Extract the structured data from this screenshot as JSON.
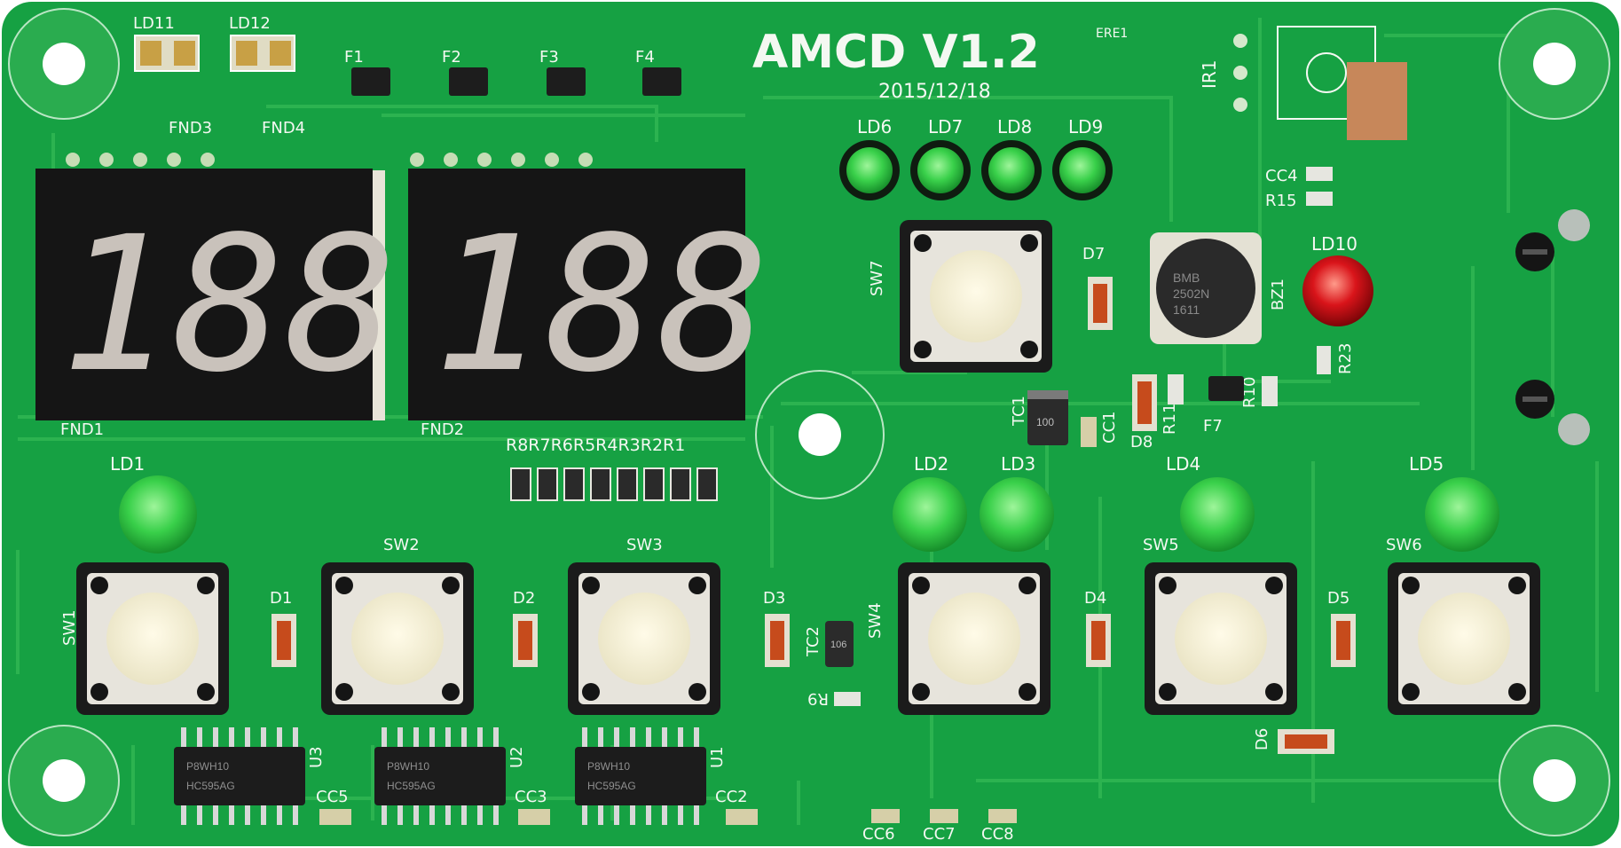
{
  "board": {
    "title": "AMCD V1.2",
    "date": "2015/12/18",
    "ul_mark": "ERE1",
    "colors": {
      "substrate": "#16a143",
      "trace": "#2fb552",
      "copper_pad": "#8dd7a2",
      "display": "#151515",
      "segment": "#c9c2bb",
      "button_cap": "#f4f0d7",
      "button_body": "#1b1b1b",
      "led_green": "#39d04a",
      "led_red": "#d9141a",
      "ic_body": "#1c1c1c",
      "silkscreen": "#f4f8f2",
      "buzzer": "#2a2a2a",
      "ir_pad": "#c7875a"
    }
  },
  "displays": [
    {
      "ref": "FND1",
      "digits": "188",
      "header_label": "FND3"
    },
    {
      "ref": "FND2",
      "digits": "188",
      "header_label": "FND4"
    }
  ],
  "top_indicators": {
    "ld11": "LD11",
    "ld12": "LD12"
  },
  "fuses": [
    "F1",
    "F2",
    "F3",
    "F4"
  ],
  "resistor_bank": {
    "label": "R8R7R6R5R4R3R2R1"
  },
  "leds": {
    "ld1": "LD1",
    "ld2": "LD2",
    "ld3": "LD3",
    "ld4": "LD4",
    "ld5": "LD5",
    "ld6": "LD6",
    "ld7": "LD7",
    "ld8": "LD8",
    "ld9": "LD9",
    "ld10": "LD10"
  },
  "switches": {
    "sw1": "SW1",
    "sw2": "SW2",
    "sw3": "SW3",
    "sw4": "SW4",
    "sw5": "SW5",
    "sw6": "SW6",
    "sw7": "SW7"
  },
  "diodes": {
    "d1": "D1",
    "d2": "D2",
    "d3": "D3",
    "d4": "D4",
    "d5": "D5",
    "d6": "D6",
    "d7": "D7",
    "d8": "D8"
  },
  "ics": [
    {
      "ref": "U3",
      "marking_1": "HC595AG",
      "marking_2": "P8WH10"
    },
    {
      "ref": "U2",
      "marking_1": "HC595AG",
      "marking_2": "P8WH10"
    },
    {
      "ref": "U1",
      "marking_1": "HC595AG",
      "marking_2": "P8WH10"
    }
  ],
  "caps": {
    "cc1": "CC1",
    "cc2": "CC2",
    "cc3": "CC3",
    "cc4": "CC4",
    "cc5": "CC5",
    "cc6": "CC6",
    "cc7": "CC7",
    "cc8": "CC8",
    "tc1": "TC1",
    "tc2": "TC2",
    "tc1_marking": "100",
    "tc2_marking": "106"
  },
  "resistors": {
    "r9": "R9",
    "r10": "R10",
    "r11": "R11",
    "r15": "R15",
    "r23": "R23"
  },
  "misc": {
    "buzzer": "BZ1",
    "buzzer_marking_1": "BMB",
    "buzzer_marking_2": "2502N",
    "buzzer_marking_3": "1611",
    "ir": "IR1",
    "fuse_f7": "F7"
  }
}
